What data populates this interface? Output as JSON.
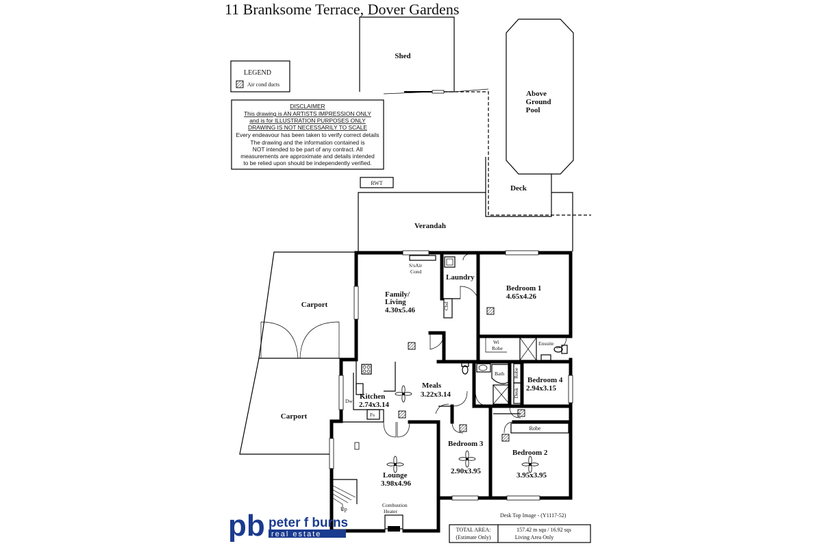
{
  "title": "11 Branksome Terrace, Dover Gardens",
  "legend": {
    "heading": "LEGEND",
    "item": "Air cond ducts"
  },
  "disclaimer": {
    "heading": "DISCLAIMER",
    "lines": [
      "This drawing is AN ARTISTS IMPRESSION ONLY",
      "and is for ILLUSTRATION PURPOSES ONLY",
      "DRAWING IS NOT NECESSARILY TO SCALE",
      "Every endeavour has been taken to verify correct details",
      "The drawing and the information contained is",
      "NOT intended to be part of any contract. All",
      "measurements are approximate and details intended",
      "to be relied upon should be independently verified."
    ]
  },
  "outdoor": {
    "shed": "Shed",
    "pool": [
      "Above",
      "Ground",
      "Pool"
    ],
    "deck": "Deck",
    "rwt": "RWT",
    "verandah": "Verandah",
    "carport_top": "Carport",
    "carport_bottom": "Carport"
  },
  "rooms": {
    "family": {
      "name": [
        "Family/",
        "Living"
      ],
      "size": "4.30x5.46"
    },
    "laundry": {
      "name": "Laundry"
    },
    "bedroom1": {
      "name": "Bedroom 1",
      "size": "4.65x4.26"
    },
    "meals": {
      "name": "Meals",
      "size": "3.22x3.14"
    },
    "kitchen": {
      "name": "Kitchen",
      "size": "2.74x3.14"
    },
    "bedroom4": {
      "name": "Bedroom 4",
      "size": "2.94x3.15"
    },
    "bedroom3": {
      "name": "Bedroom 3",
      "size": "2.90x3.95"
    },
    "bedroom2": {
      "name": "Bedroom 2",
      "size": "3.95x3.95"
    },
    "lounge": {
      "name": "Lounge",
      "size": "3.98x4.96"
    }
  },
  "fixtures": {
    "ss_air": [
      "S/sAir",
      "Cond"
    ],
    "cbd": "Cbd",
    "wi_robe": [
      "Wi",
      "Robe"
    ],
    "ensuite": "Ensuite",
    "bath": "Bath",
    "robe_b4": "Robe",
    "desk": "Desk",
    "robe_b2": "Robe",
    "dw": "Dw",
    "fs": "Fs",
    "up": "Up",
    "heater": [
      "Combustion",
      "Heater"
    ]
  },
  "footer": {
    "image_ref": "Desk Top Image - (Y1117-52)",
    "total_label": [
      "TOTAL AREA:",
      "(Estimate Only)"
    ],
    "total_value": [
      "157.42 m squ /  16.92 sqs",
      "Living Area Only"
    ]
  },
  "brand": {
    "mark": "pb",
    "name": "peter f burns",
    "tagline": "real estate",
    "color": "#1b3b8f"
  }
}
